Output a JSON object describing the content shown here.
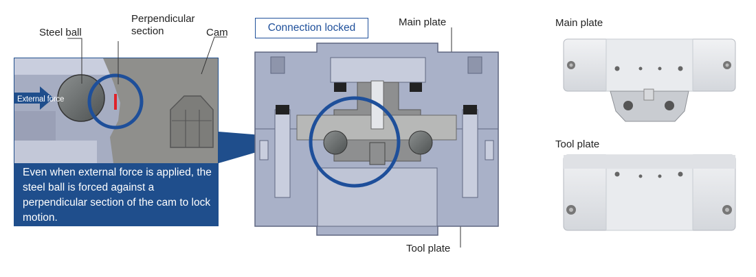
{
  "labels": {
    "steel_ball": "Steel ball",
    "perpendicular_line1": "Perpendicular",
    "perpendicular_line2": "section",
    "cam": "Cam",
    "connection_locked": "Connection locked",
    "main_plate_callout": "Main plate",
    "tool_plate_callout": "Tool plate",
    "main_plate_photo": "Main plate",
    "tool_plate_photo": "Tool plate",
    "external_force": "External force"
  },
  "description": {
    "text": "Even when external force is applied, the steel ball is forced against a perpendicular section of the cam to lock motion."
  },
  "colors": {
    "accent_blue": "#1e4f9a",
    "note_background": "#1f4e8c",
    "contact_red": "#e0222a",
    "housing": "#a9b1c8",
    "metal_light": "#e4e6ea"
  }
}
